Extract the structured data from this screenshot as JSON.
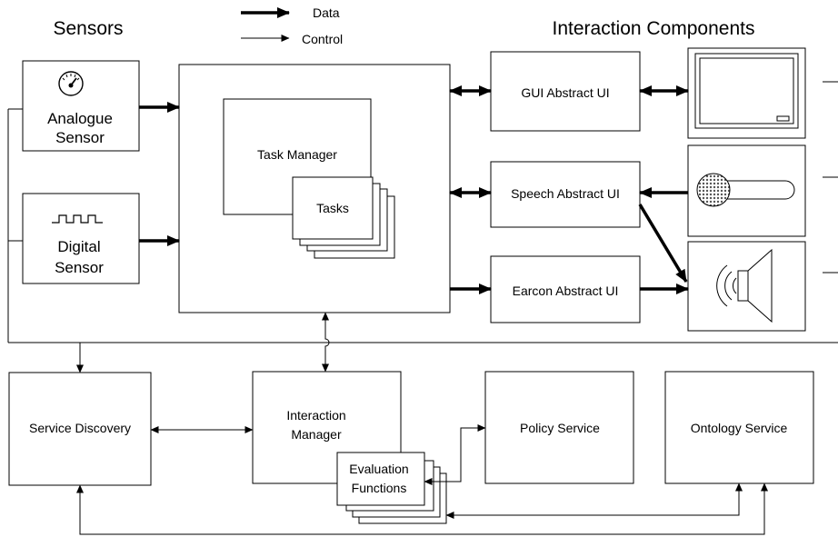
{
  "headings": {
    "sensors": "Sensors",
    "interaction_components": "Interaction Components"
  },
  "legend": {
    "data": "Data",
    "control": "Control"
  },
  "sensors": {
    "analogue": [
      "Analogue",
      "Sensor"
    ],
    "digital": [
      "Digital",
      "Sensor"
    ]
  },
  "central": {
    "task_manager": "Task Manager",
    "tasks": "Tasks"
  },
  "abstract_uis": {
    "gui": "GUI Abstract UI",
    "speech": "Speech Abstract UI",
    "earcon": "Earcon Abstract UI"
  },
  "services": {
    "service_discovery": "Service Discovery",
    "interaction_manager": [
      "Interaction",
      "Manager"
    ],
    "evaluation_functions": [
      "Evaluation",
      "Functions"
    ],
    "policy_service": "Policy Service",
    "ontology_service": "Ontology Service"
  },
  "icons": {
    "analogue": "gauge-icon",
    "digital": "square-wave-icon",
    "monitor": "monitor-icon",
    "microphone": "microphone-icon",
    "speaker": "speaker-icon"
  }
}
